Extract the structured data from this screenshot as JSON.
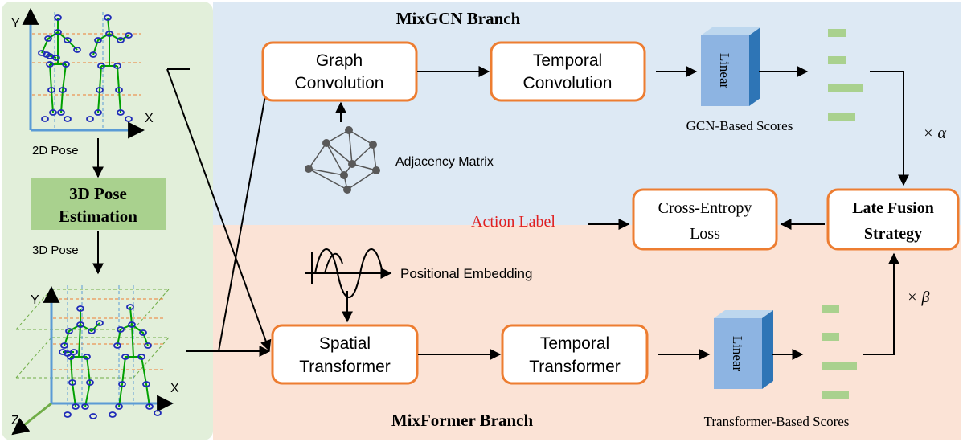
{
  "branches": {
    "gcn_title": "MixGCN Branch",
    "former_title": "MixFormer Branch"
  },
  "pose": {
    "axis_y": "Y",
    "axis_x": "X",
    "axis_z": "Z",
    "pose2d_label": "2D Pose",
    "estimation_line1": "3D Pose",
    "estimation_line2": "Estimation",
    "pose3d_label": "3D Pose"
  },
  "gcn": {
    "graph_conv_line1": "Graph",
    "graph_conv_line2": "Convolution",
    "temporal_conv_line1": "Temporal",
    "temporal_conv_line2": "Convolution",
    "linear_label": "Linear",
    "scores_label": "GCN-Based Scores",
    "adjacency_label": "Adjacency Matrix",
    "alpha_label": "× α"
  },
  "former": {
    "spatial_line1": "Spatial",
    "spatial_line2": "Transformer",
    "temporal_line1": "Temporal",
    "temporal_line2": "Transformer",
    "linear_label": "Linear",
    "scores_label": "Transformer-Based Scores",
    "positional_label": "Positional Embedding",
    "beta_label": "× β"
  },
  "fusion": {
    "line1": "Late Fusion",
    "line2": "Strategy"
  },
  "loss": {
    "line1": "Cross-Entropy",
    "line2": "Loss",
    "action_label": "Action Label"
  },
  "colors": {
    "gcn_bg": "#dde9f4",
    "former_bg": "#fbe3d6",
    "pose_bg": "#e2efda",
    "box_border": "#ed7d31",
    "estimation_bg": "#a9d18e",
    "score_bar": "#a9d18e",
    "linear_fill": "#8db4e2",
    "action_label": "#e02020",
    "skeleton": "#00a000",
    "joint": "#1f2bb8"
  }
}
